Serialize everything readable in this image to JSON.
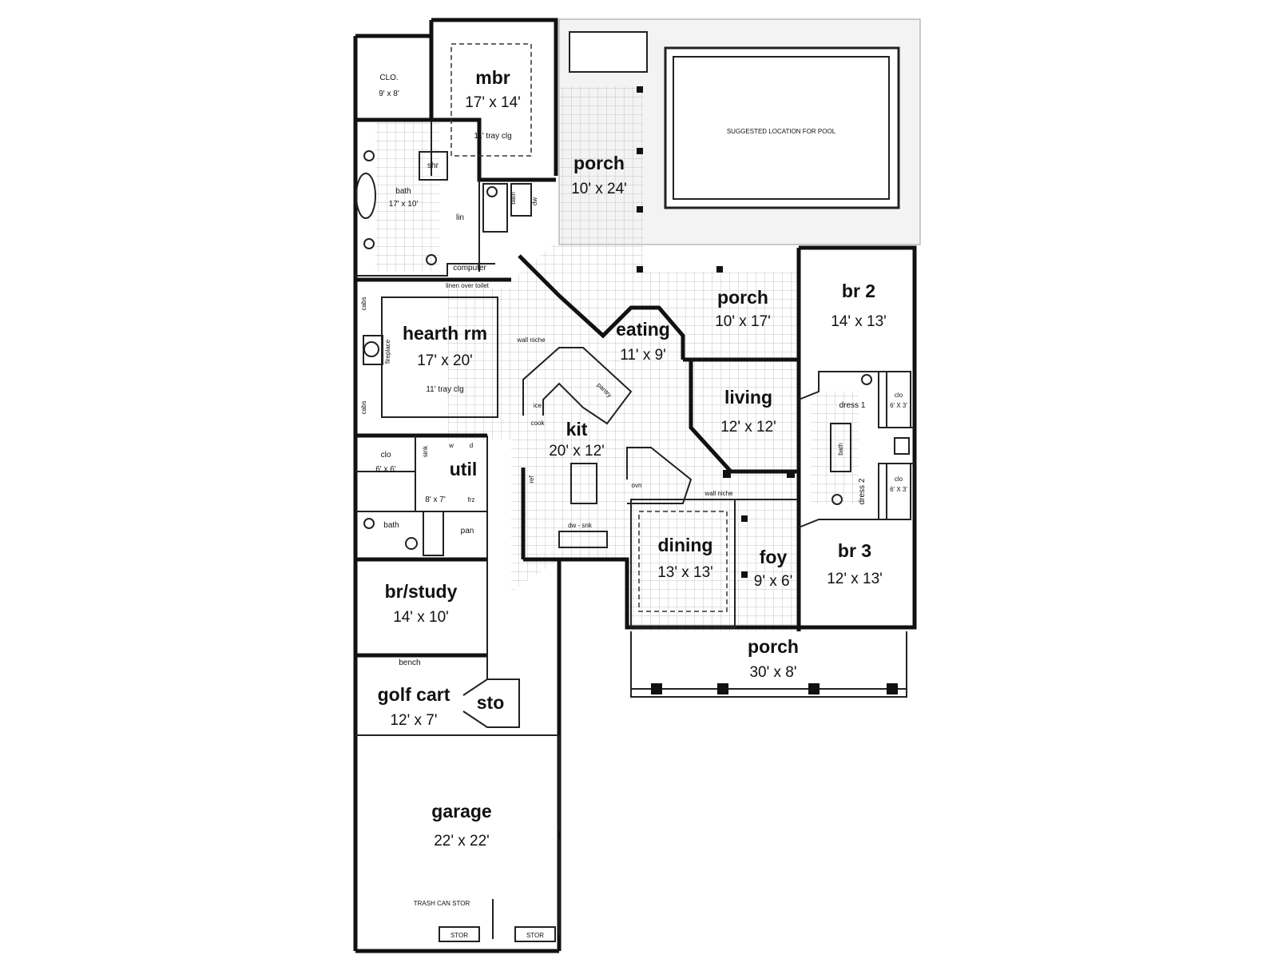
{
  "plan": {
    "rooms": {
      "mbr": {
        "name": "mbr",
        "size": "17' x 14'",
        "note": "11' tray clg"
      },
      "clo_mbr": {
        "name": "CLO.",
        "size": "9' x 8'"
      },
      "bath_mbr": {
        "name": "bath",
        "size": "17' x 10'"
      },
      "porch_rear": {
        "name": "porch",
        "size": "10' x 24'"
      },
      "pool": {
        "name": "SUGGESTED LOCATION FOR POOL"
      },
      "porch_side": {
        "name": "porch",
        "size": "10' x 17'"
      },
      "br2": {
        "name": "br 2",
        "size": "14' x 13'"
      },
      "hearth": {
        "name": "hearth rm",
        "size": "17' x 20'",
        "note": "11' tray clg"
      },
      "eating": {
        "name": "eating",
        "size": "11' x 9'"
      },
      "living": {
        "name": "living",
        "size": "12' x 12'"
      },
      "kit": {
        "name": "kit",
        "size": "20' x 12'"
      },
      "util": {
        "name": "util",
        "size": "8' x 7'"
      },
      "clo_util": {
        "name": "clo",
        "size": "6' x 6'"
      },
      "bath_small": {
        "name": "bath"
      },
      "pan": {
        "name": "pan"
      },
      "br_study": {
        "name": "br/study",
        "size": "14' x 10'"
      },
      "dining": {
        "name": "dining",
        "size": "13' x 13'"
      },
      "foy": {
        "name": "foy",
        "size": "9' x 6'"
      },
      "br3": {
        "name": "br 3",
        "size": "12' x 13'"
      },
      "porch_front": {
        "name": "porch",
        "size": "30' x 8'"
      },
      "golf": {
        "name": "golf cart",
        "size": "12' x 7'"
      },
      "sto": {
        "name": "sto"
      },
      "garage": {
        "name": "garage",
        "size": "22' x 22'"
      }
    },
    "fixtures": {
      "shr": "shr",
      "lin": "lin",
      "bath_lbl": "bath",
      "dw": "dw",
      "computer": "computer",
      "linen_over_toilet": "linen over toilet",
      "wall_niche_1": "wall niche",
      "wall_niche_2": "wall niche",
      "cabs_top": "cabs",
      "cabs_bottom": "cabs",
      "fireplace": "fireplace",
      "ice": "ice",
      "cook": "cook",
      "pantry": "pantry",
      "ref": "ref",
      "ovn": "ovn",
      "dw_snk": "dw - snk",
      "w": "w",
      "d": "d",
      "sink": "sink",
      "frz": "frz",
      "bench": "bench",
      "dress1": "dress 1",
      "dress2": "dress 2",
      "clo_a": "clo",
      "clo_a_size": "6' X 3'",
      "clo_b": "clo",
      "clo_b_size": "6' X 3'",
      "bath_br": "bath",
      "trash": "TRASH CAN STOR",
      "stor_left": "STOR",
      "stor_right": "STOR"
    },
    "colors": {
      "line": "#111111",
      "grid": "#bfbfbf",
      "patio": "#f4f4f4"
    }
  }
}
